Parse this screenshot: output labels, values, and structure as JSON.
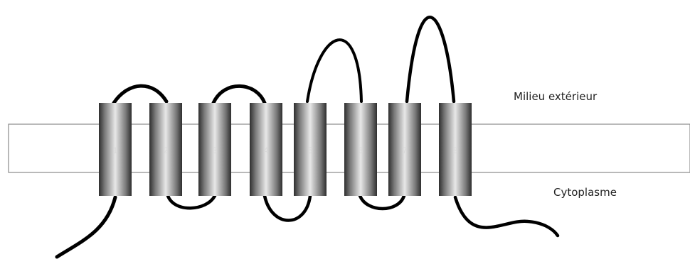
{
  "diagram": {
    "labels": {
      "outside": "Milieu extérieur",
      "inside": "Cytoplasme"
    },
    "helices": [
      {
        "number": "1"
      },
      {
        "number": "2"
      },
      {
        "number": "3"
      },
      {
        "number": "4"
      },
      {
        "number": "5"
      },
      {
        "number": "6"
      },
      {
        "number": "7"
      },
      {
        "number": "8"
      }
    ],
    "colors": {
      "membrane_stroke": "#8a8a8a",
      "chain": "#000000",
      "helix_dark": "#3a3a3a",
      "helix_light": "#e6e6e6"
    }
  }
}
